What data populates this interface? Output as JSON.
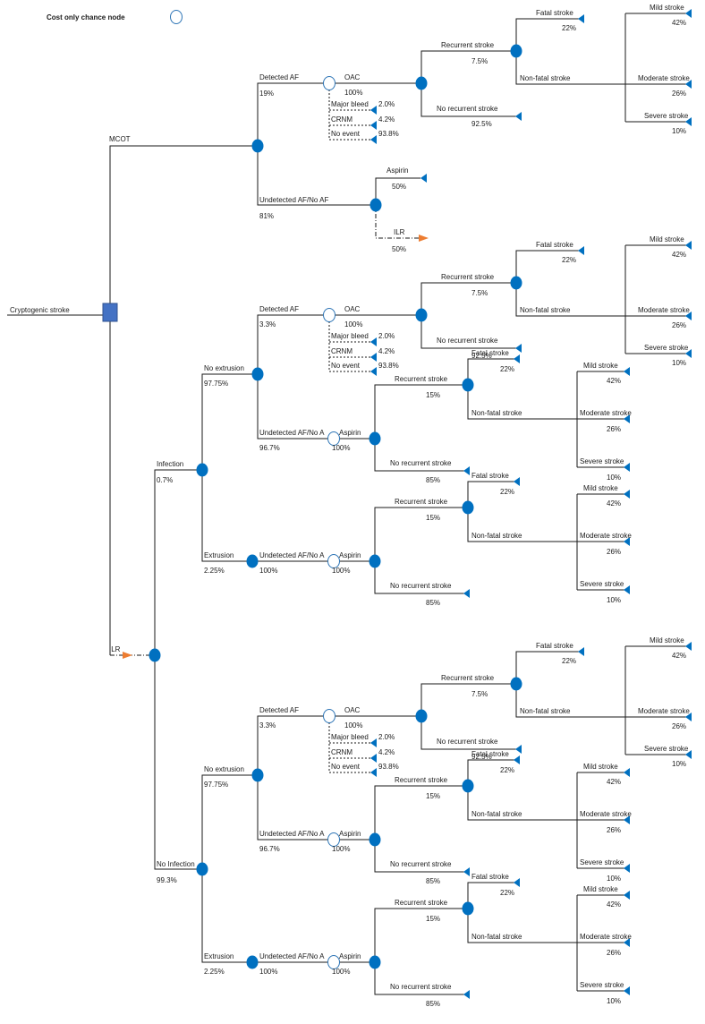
{
  "legend": {
    "label": "Cost only chance node"
  },
  "colors": {
    "line": "#1a1a1a",
    "chance": "#0070c0",
    "decision": "#4472c4",
    "terminal": "#0070c0",
    "ilr_arrow": "#ed7d31",
    "cost_node_stroke": "#2e75b6"
  },
  "root": {
    "label": "Cryptogenic stroke"
  },
  "mcot": {
    "label": "MCOT",
    "detected": {
      "label": "Detected AF",
      "prob": "19%",
      "oac": "OAC",
      "oac_prob": "100%"
    },
    "bleed": {
      "major": "Major bleed",
      "major_prob": "2.0%",
      "crnm": "CRNM",
      "crnm_prob": "4.2%",
      "none": "No event",
      "none_prob": "93.8%"
    },
    "rec": {
      "label": "Recurrent stroke",
      "prob": "7.5%"
    },
    "norec": {
      "label": "No recurrent stroke",
      "prob": "92.5%"
    },
    "fatal": {
      "label": "Fatal stroke",
      "prob": "22%"
    },
    "nonfatal": {
      "label": "Non-fatal stroke"
    },
    "mild": {
      "label": "Mild stroke",
      "prob": "42%"
    },
    "moderate": {
      "label": "Moderate stroke",
      "prob": "26%"
    },
    "severe": {
      "label": "Severe stroke",
      "prob": "10%"
    },
    "undetected": {
      "label": "Undetected AF/No AF",
      "prob": "81%"
    },
    "aspirin": {
      "label": "Aspirin",
      "prob": "50%"
    },
    "ilr": {
      "label": "ILR",
      "prob": "50%"
    }
  },
  "ilr": {
    "label": "ILR",
    "infection": {
      "label": "Infection",
      "prob": "0.7%",
      "noext": {
        "label": "No extrusion",
        "prob": "97.75%",
        "detected": {
          "label": "Detected AF",
          "prob": "3.3%",
          "oac": "OAC",
          "oac_prob": "100%"
        },
        "bleed": {
          "major": "Major bleed",
          "major_prob": "2.0%",
          "crnm": "CRNM",
          "crnm_prob": "4.2%",
          "none": "No event",
          "none_prob": "93.8%"
        },
        "oac_rec": {
          "label": "Recurrent stroke",
          "prob": "7.5%"
        },
        "oac_norec": {
          "label": "No recurrent stroke",
          "prob": "92.5%"
        },
        "oac_fatal": {
          "label": "Fatal stroke",
          "prob": "22%"
        },
        "oac_nonfatal": {
          "label": "Non-fatal stroke"
        },
        "oac_mild": {
          "label": "Mild stroke",
          "prob": "42%"
        },
        "oac_moderate": {
          "label": "Moderate stroke",
          "prob": "26%"
        },
        "oac_severe": {
          "label": "Severe stroke",
          "prob": "10%"
        },
        "undetected": {
          "label": "Undetected AF/No A",
          "prob": "96.7%"
        },
        "aspirin": {
          "label": "Aspirin",
          "prob": "100%"
        },
        "asp_rec": {
          "label": "Recurrent stroke",
          "prob": "15%"
        },
        "asp_norec": {
          "label": "No recurrent stroke",
          "prob": "85%"
        },
        "asp_fatal": {
          "label": "Fatal stroke",
          "prob": "22%"
        },
        "asp_nonfatal": {
          "label": "Non-fatal stroke"
        },
        "asp_mild": {
          "label": "Mild stroke",
          "prob": "42%"
        },
        "asp_moderate": {
          "label": "Moderate stroke",
          "prob": "26%"
        },
        "asp_severe": {
          "label": "Severe stroke",
          "prob": "10%"
        }
      },
      "ext": {
        "label": "Extrusion",
        "prob": "2.25%",
        "undetected": {
          "label": "Undetected AF/No A",
          "prob": "100%"
        },
        "aspirin": {
          "label": "Aspirin",
          "prob": "100%"
        },
        "asp_rec": {
          "label": "Recurrent stroke",
          "prob": "15%"
        },
        "asp_norec": {
          "label": "No recurrent stroke",
          "prob": "85%"
        },
        "asp_fatal": {
          "label": "Fatal stroke",
          "prob": "22%"
        },
        "asp_nonfatal": {
          "label": "Non-fatal stroke"
        },
        "asp_mild": {
          "label": "Mild stroke",
          "prob": "42%"
        },
        "asp_moderate": {
          "label": "Moderate stroke",
          "prob": "26%"
        },
        "asp_severe": {
          "label": "Severe stroke",
          "prob": "10%"
        }
      }
    },
    "noinfection": {
      "label": "No Infection",
      "prob": "99.3%",
      "noext": {
        "label": "No extrusion",
        "prob": "97.75%",
        "detected": {
          "label": "Detected AF",
          "prob": "3.3%",
          "oac": "OAC",
          "oac_prob": "100%"
        },
        "bleed": {
          "major": "Major bleed",
          "major_prob": "2.0%",
          "crnm": "CRNM",
          "crnm_prob": "4.2%",
          "none": "No event",
          "none_prob": "93.8%"
        },
        "oac_rec": {
          "label": "Recurrent stroke",
          "prob": "7.5%"
        },
        "oac_norec": {
          "label": "No recurrent stroke",
          "prob": "92.5%"
        },
        "oac_fatal": {
          "label": "Fatal stroke",
          "prob": "22%"
        },
        "oac_nonfatal": {
          "label": "Non-fatal stroke"
        },
        "oac_mild": {
          "label": "Mild stroke",
          "prob": "42%"
        },
        "oac_moderate": {
          "label": "Moderate stroke",
          "prob": "26%"
        },
        "oac_severe": {
          "label": "Severe stroke",
          "prob": "10%"
        },
        "undetected": {
          "label": "Undetected AF/No A",
          "prob": "96.7%"
        },
        "aspirin": {
          "label": "Aspirin",
          "prob": "100%"
        },
        "asp_rec": {
          "label": "Recurrent stroke",
          "prob": "15%"
        },
        "asp_norec": {
          "label": "No recurrent stroke",
          "prob": "85%"
        },
        "asp_fatal": {
          "label": "Fatal stroke",
          "prob": "22%"
        },
        "asp_nonfatal": {
          "label": "Non-fatal stroke"
        },
        "asp_mild": {
          "label": "Mild stroke",
          "prob": "42%"
        },
        "asp_moderate": {
          "label": "Moderate stroke",
          "prob": "26%"
        },
        "asp_severe": {
          "label": "Severe stroke",
          "prob": "10%"
        }
      },
      "ext": {
        "label": "Extrusion",
        "prob": "2.25%",
        "undetected": {
          "label": "Undetected AF/No A",
          "prob": "100%"
        },
        "aspirin": {
          "label": "Aspirin",
          "prob": "100%"
        },
        "asp_rec": {
          "label": "Recurrent stroke",
          "prob": "15%"
        },
        "asp_norec": {
          "label": "No recurrent stroke",
          "prob": "85%"
        },
        "asp_fatal": {
          "label": "Fatal stroke",
          "prob": "22%"
        },
        "asp_nonfatal": {
          "label": "Non-fatal stroke"
        },
        "asp_mild": {
          "label": "Mild stroke",
          "prob": "42%"
        },
        "asp_moderate": {
          "label": "Moderate stroke",
          "prob": "26%"
        },
        "asp_severe": {
          "label": "Severe stroke",
          "prob": "10%"
        }
      }
    }
  }
}
